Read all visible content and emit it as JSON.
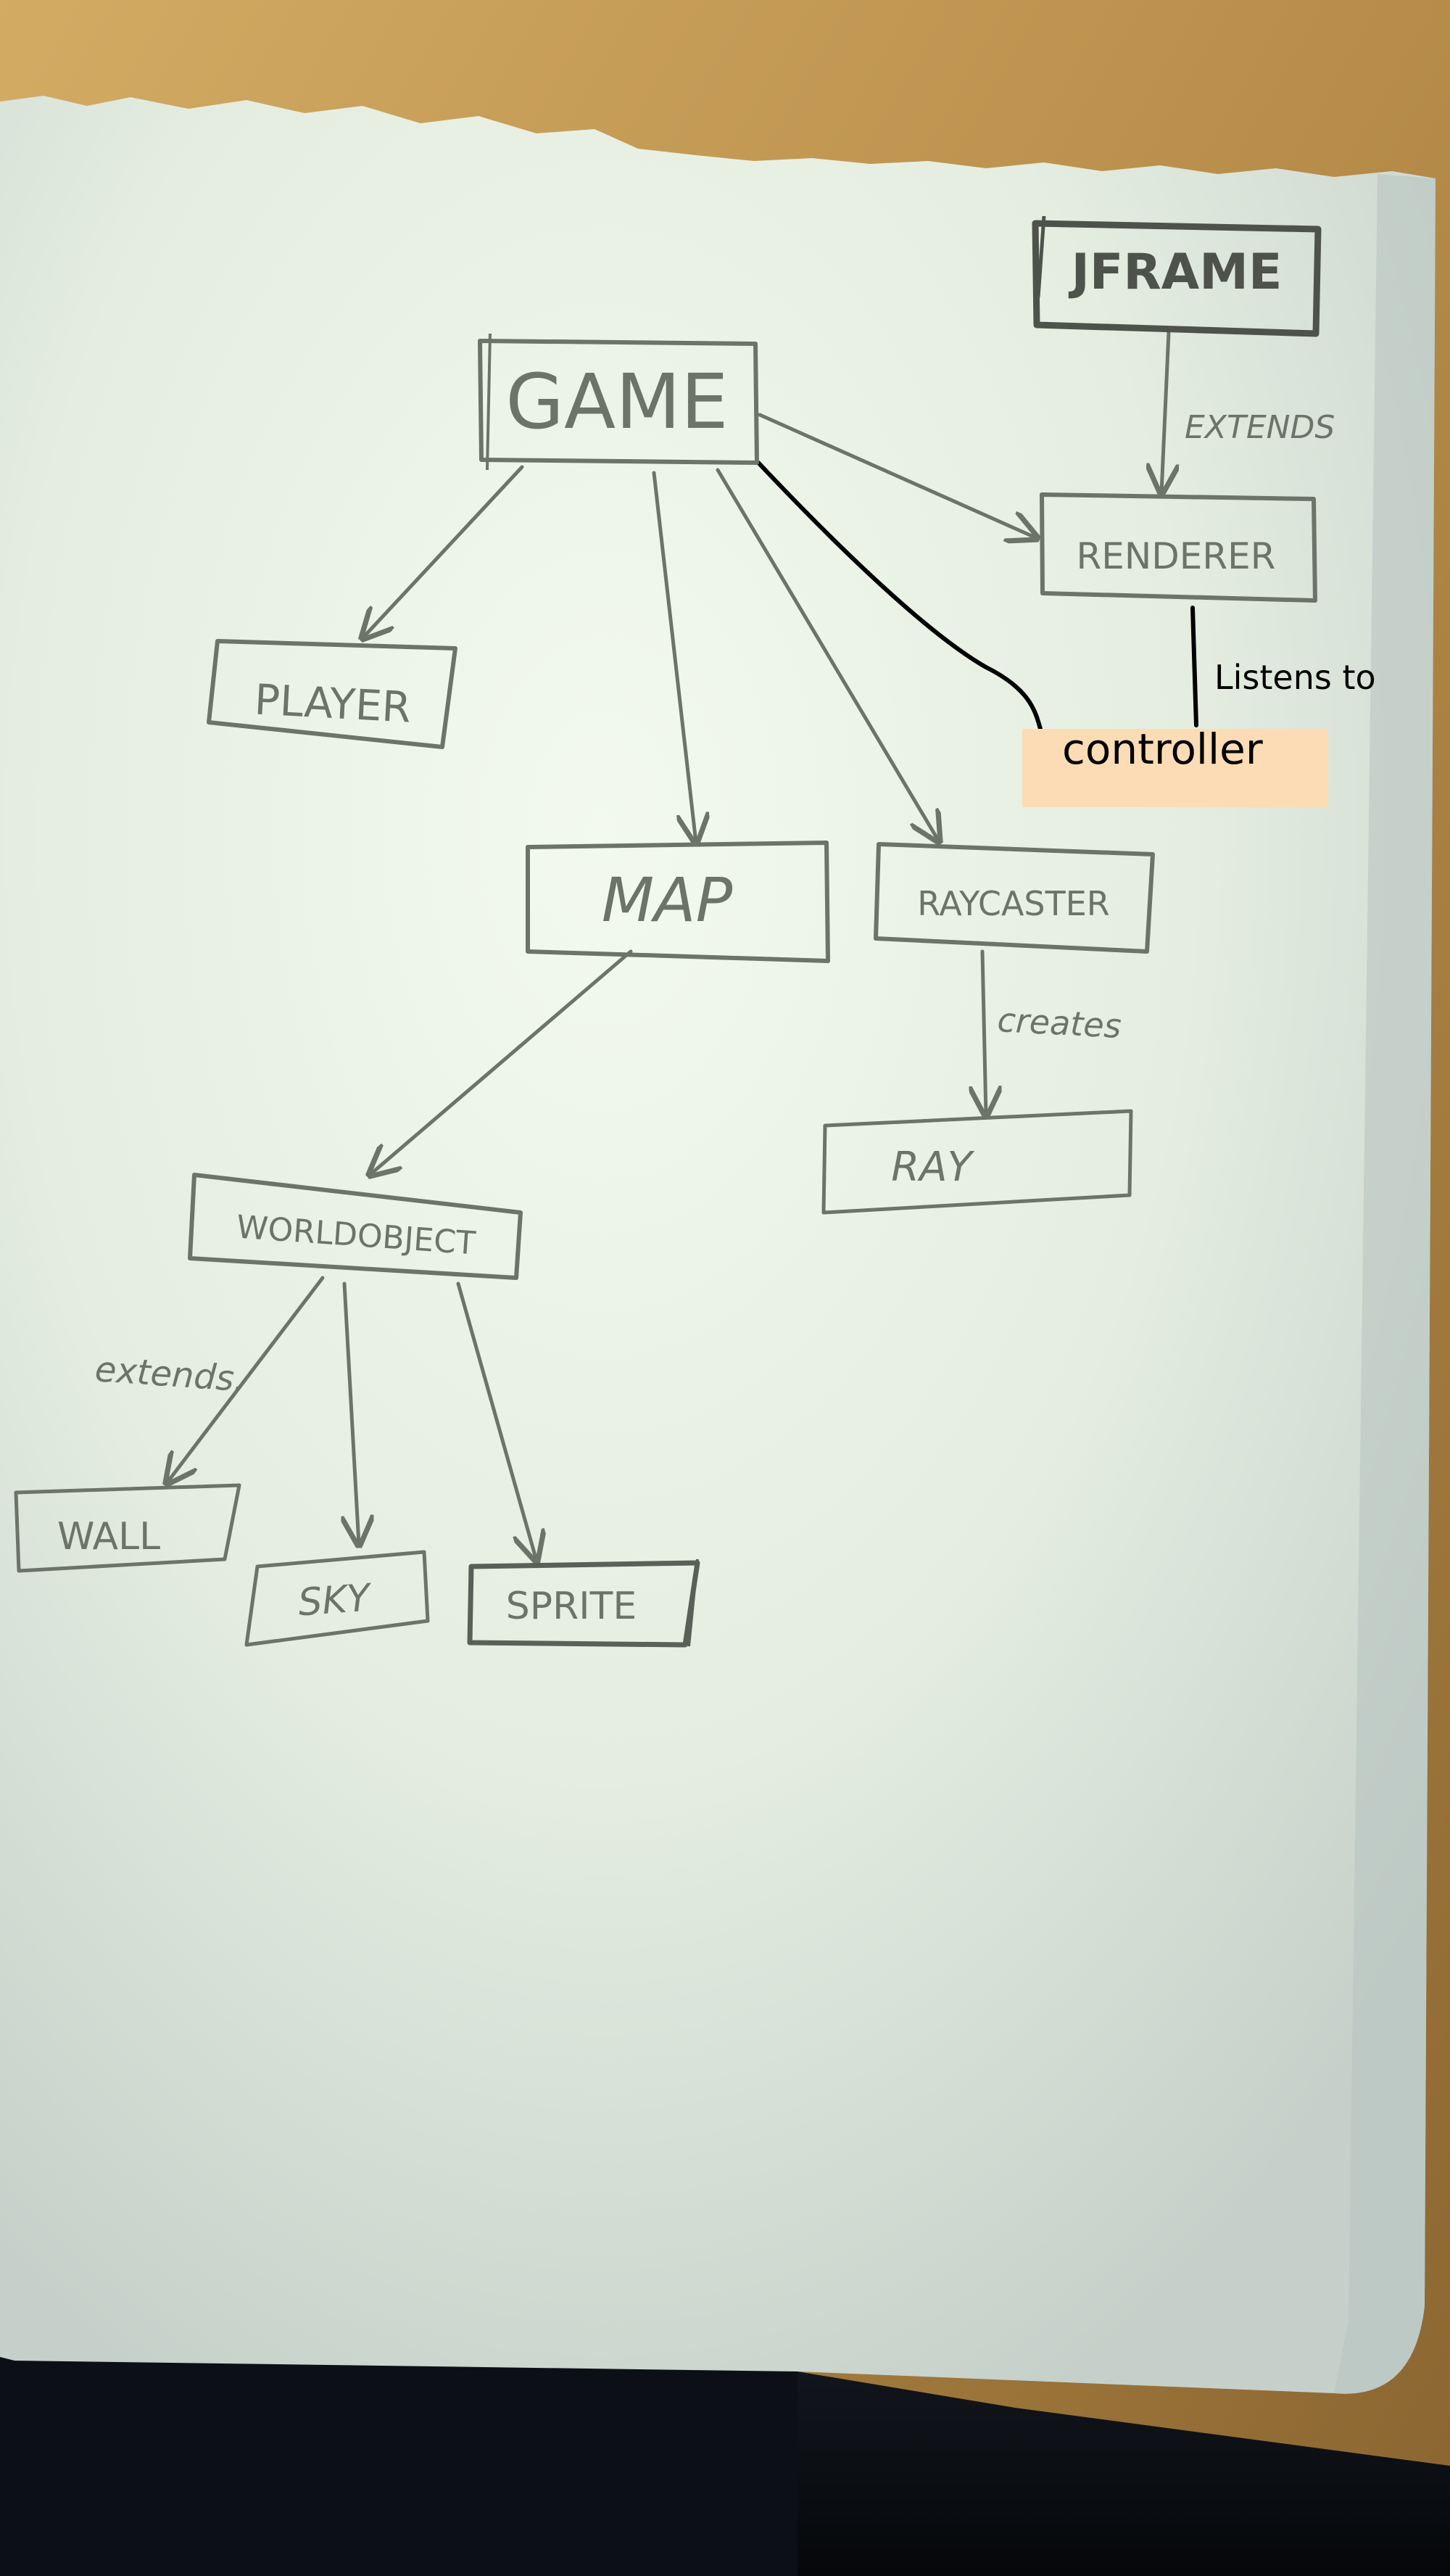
{
  "diagram": {
    "nodes": {
      "jframe": "JFRAME",
      "game": "GAME",
      "renderer": "RENDERER",
      "player": "PLAYER",
      "controller": "controller",
      "map": "MAP",
      "raycaster": "RAYCASTER",
      "ray": "RAY",
      "worldobject": "WORLDOBJECT",
      "wall": "WALL",
      "sky": "SKY",
      "sprite": "SPRITE"
    },
    "edge_labels": {
      "jframe_renderer": "EXTENDS",
      "renderer_controller": "Listens to",
      "raycaster_ray": "creates",
      "worldobject_subclasses": "extends."
    }
  },
  "colors": {
    "desk": "#c29a55",
    "background_dark": "#0c1016",
    "paper": "#e9f1e3",
    "pencil": "#6c7368",
    "pencil_dark": "#4d524a",
    "ink": "#000000",
    "controller_fill": "#fbdcb4"
  }
}
